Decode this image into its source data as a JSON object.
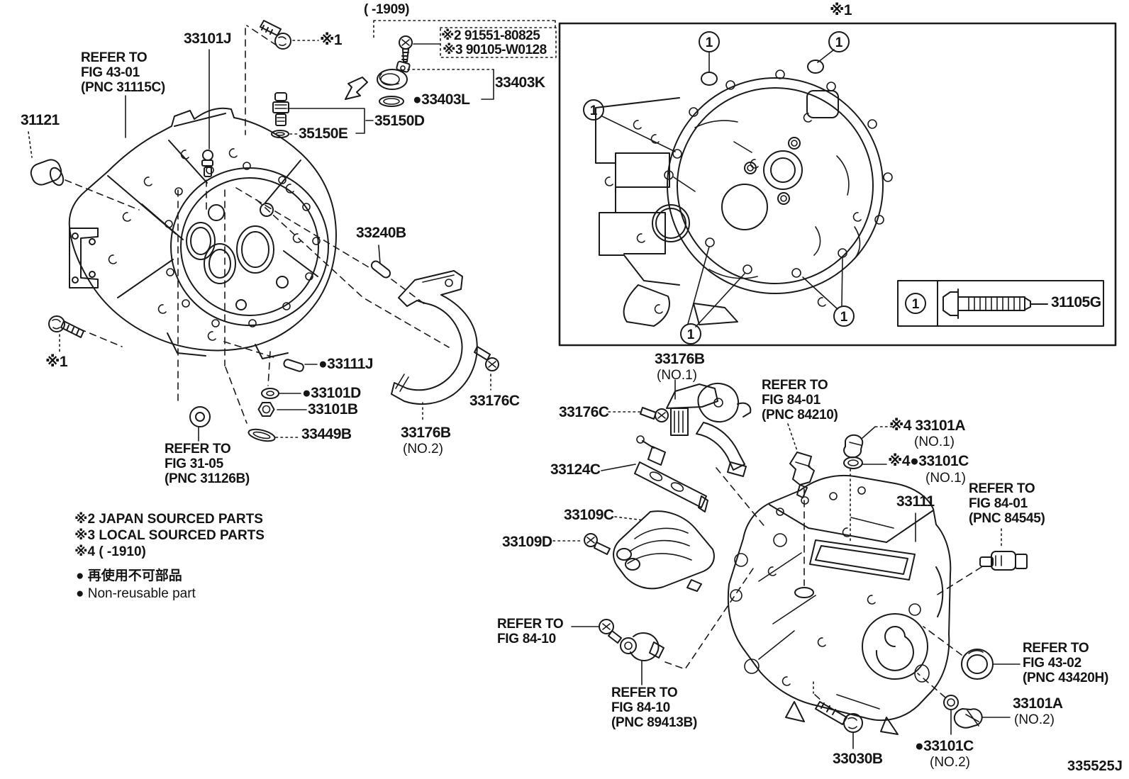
{
  "page": {
    "background": "#ffffff",
    "line_color": "#1a1a1a",
    "description": "Toyota parts catalog exploded diagram - transaxle / transmission case"
  },
  "callout": {
    "number": "1"
  },
  "labels": [
    {
      "id": "part-33101J",
      "t": "33101J"
    },
    {
      "id": "ref-fig-43-01",
      "t": "REFER TO\nFIG 43-01\n(PNC 31115C)"
    },
    {
      "id": "part-31121",
      "t": "31121"
    },
    {
      "id": "range-1909",
      "t": "(      -1909)"
    },
    {
      "id": "part-91551-80825",
      "t": "※2 91551-80825"
    },
    {
      "id": "part-90105-W0128",
      "t": "※3 90105-W0128"
    },
    {
      "id": "part-33403K",
      "t": "33403K"
    },
    {
      "id": "part-33403L",
      "t": "●33403L"
    },
    {
      "id": "part-35150D",
      "t": "35150D"
    },
    {
      "id": "part-35150E",
      "t": "35150E"
    },
    {
      "id": "ref1-top",
      "t": "※1"
    },
    {
      "id": "part-33240B",
      "t": "33240B"
    },
    {
      "id": "part-33111J",
      "t": "●33111J"
    },
    {
      "id": "part-33101D",
      "t": "●33101D"
    },
    {
      "id": "part-33101B",
      "t": "33101B"
    },
    {
      "id": "part-33449B",
      "t": "33449B"
    },
    {
      "id": "ref-fig-31-05",
      "t": "REFER TO\nFIG 31-05\n(PNC 31126B)"
    },
    {
      "id": "part-33176B-no2",
      "t": "33176B"
    },
    {
      "id": "sub-no2-a",
      "t": "(NO.2)"
    },
    {
      "id": "part-33176C-a",
      "t": "33176C"
    },
    {
      "id": "ref1-left",
      "t": "※1"
    },
    {
      "id": "note-japan",
      "t": "※2 JAPAN SOURCED PARTS"
    },
    {
      "id": "note-local",
      "t": "※3 LOCAL SOURCED PARTS"
    },
    {
      "id": "note-1910",
      "t": "※4 (      -1910)"
    },
    {
      "id": "note-nonreusable-jp",
      "t": "● 再使用不可部品"
    },
    {
      "id": "note-nonreusable-en",
      "t": "● Non-reusable part"
    },
    {
      "id": "ref1-box",
      "t": "※1"
    },
    {
      "id": "part-31105G",
      "t": "31105G"
    },
    {
      "id": "part-33176B-no1",
      "t": "33176B"
    },
    {
      "id": "sub-no1-a",
      "t": "(NO.1)"
    },
    {
      "id": "part-33176C-b",
      "t": "33176C"
    },
    {
      "id": "ref-fig-84-01-84210",
      "t": "REFER TO\nFIG 84-01\n(PNC 84210)"
    },
    {
      "id": "part-33124C",
      "t": "33124C"
    },
    {
      "id": "part-33109C",
      "t": "33109C"
    },
    {
      "id": "part-33109D",
      "t": "33109D"
    },
    {
      "id": "part-33101A-no1",
      "t": "※4 33101A"
    },
    {
      "id": "sub-no1-b",
      "t": "(NO.1)"
    },
    {
      "id": "part-33101C-no1",
      "t": "※4●33101C"
    },
    {
      "id": "sub-no1-c",
      "t": "(NO.1)"
    },
    {
      "id": "part-33111",
      "t": "33111"
    },
    {
      "id": "ref-fig-84-01-84545",
      "t": "REFER TO\nFIG 84-01\n(PNC 84545)"
    },
    {
      "id": "ref-fig-84-10-a",
      "t": "REFER TO\nFIG 84-10"
    },
    {
      "id": "ref-fig-84-10-b",
      "t": "REFER TO\nFIG 84-10\n(PNC 89413B)"
    },
    {
      "id": "ref-fig-43-02",
      "t": "REFER TO\nFIG 43-02\n(PNC 43420H)"
    },
    {
      "id": "part-33101A-no2",
      "t": "33101A"
    },
    {
      "id": "sub-no2-b",
      "t": "(NO.2)"
    },
    {
      "id": "part-33101C-no2",
      "t": "●33101C"
    },
    {
      "id": "sub-no2-c",
      "t": "(NO.2)"
    },
    {
      "id": "part-33030B",
      "t": "33030B"
    },
    {
      "id": "drawing-number",
      "t": "335525J"
    }
  ]
}
